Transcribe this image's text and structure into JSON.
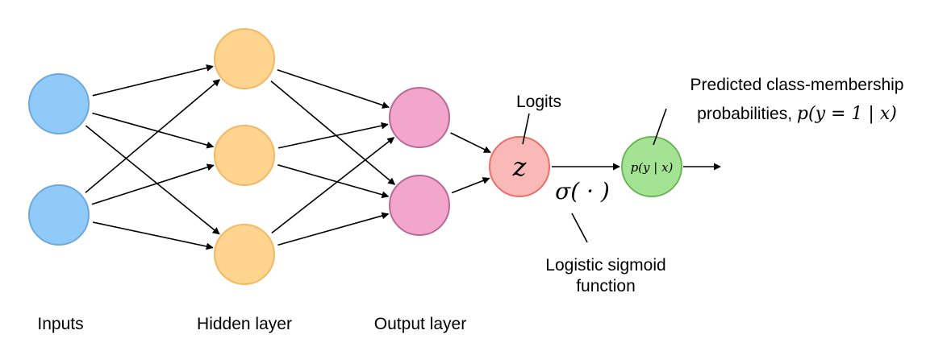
{
  "colors": {
    "input_fill": "#90CAF9",
    "input_stroke": "#6FA8DC",
    "hidden_fill": "#FFD48F",
    "hidden_stroke": "#F2B866",
    "output_fill": "#F2A6CC",
    "output_stroke": "#B56B96",
    "logit_fill": "#F9B9B7",
    "logit_stroke": "#EC6E6B",
    "prob_fill": "#A5E394",
    "prob_stroke": "#6CB65A"
  },
  "layer_labels": {
    "inputs": "Inputs",
    "hidden": "Hidden layer",
    "output": "Output layer"
  },
  "logit_node": {
    "symbol": "z",
    "callout": "Logits"
  },
  "sigmoid": {
    "symbol": "σ( · )",
    "callout_line1": "Logistic sigmoid",
    "callout_line2": "function"
  },
  "prob_node": {
    "label": "p(y | x)",
    "callout_line1": "Predicted class-membership",
    "callout_line2_text": "probabilities, ",
    "callout_line2_math": "p(y = 1 | x)"
  }
}
